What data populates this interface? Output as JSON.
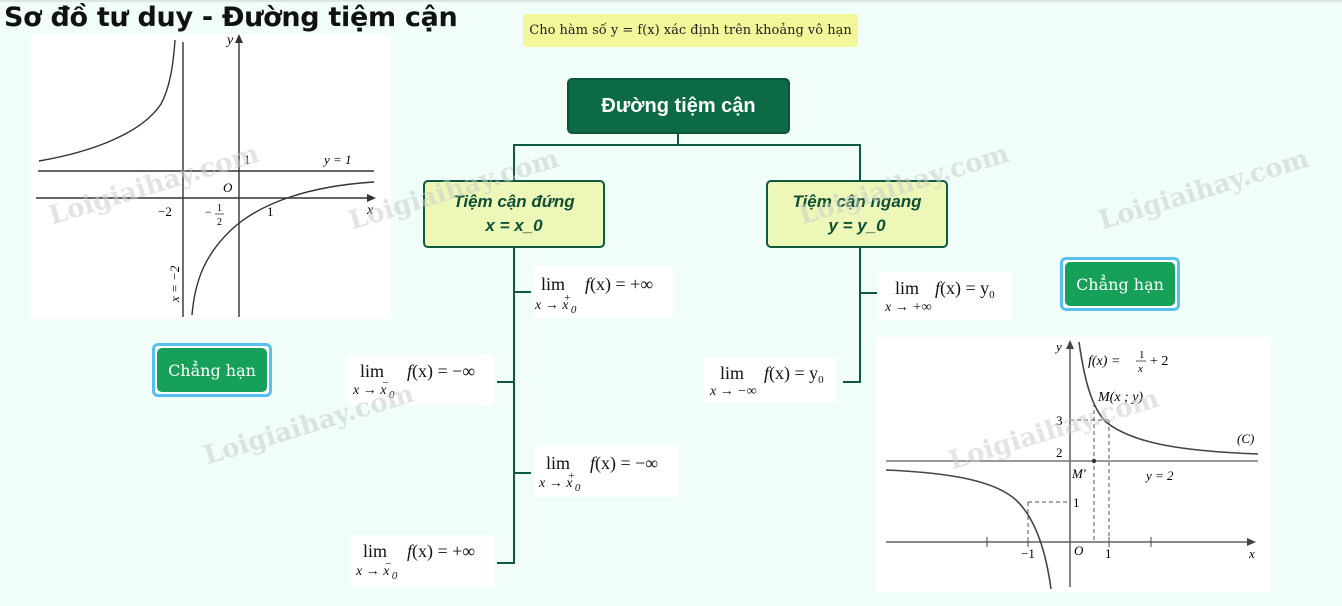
{
  "page": {
    "title": "Sơ đồ tư duy - Đường tiệm cận",
    "note": "Cho hàm số y = f(x) xác định trên khoảng vô hạn",
    "watermark": "Loigiaihay.com"
  },
  "mindmap": {
    "root": {
      "label": "Đường tiệm cận"
    },
    "branches": [
      {
        "title": "Tiệm cận đứng",
        "equation": "x = x_0",
        "formulas": [
          {
            "lim": "lim",
            "approach": "x → x",
            "side": "+",
            "sub": "0",
            "expr_f": "f",
            "expr_rest": "(x) = +∞"
          },
          {
            "lim": "lim",
            "approach": "x → x",
            "side": "−",
            "sub": "0",
            "expr_f": "f",
            "expr_rest": "(x) = −∞"
          },
          {
            "lim": "lim",
            "approach": "x → x",
            "side": "+",
            "sub": "0",
            "expr_f": "f",
            "expr_rest": "(x) = −∞"
          },
          {
            "lim": "lim",
            "approach": "x → x",
            "side": "−",
            "sub": "0",
            "expr_f": "f",
            "expr_rest": "(x) = +∞"
          }
        ],
        "example_button": "Chẳng hạn"
      },
      {
        "title": "Tiệm cận ngang",
        "equation": "y = y_0",
        "formulas": [
          {
            "lim": "lim",
            "approach": "x → +∞",
            "expr_f": "f",
            "expr_rest": "(x) = y",
            "sub": "0"
          },
          {
            "lim": "lim",
            "approach": "x → −∞",
            "expr_f": "f",
            "expr_rest": "(x) = y",
            "sub": "0"
          }
        ],
        "example_button": "Chẳng hạn"
      }
    ]
  },
  "graph_left": {
    "labels": {
      "y_axis": "y",
      "x_axis": "x",
      "origin": "O",
      "h_asymptote": "y = 1",
      "v_asymptote": "x = −2",
      "tick_y1": "1",
      "tick_xm2": "−2",
      "tick_x1": "1",
      "frac_num": "1",
      "frac_minus": "−",
      "frac_den": "2"
    }
  },
  "graph_right": {
    "labels": {
      "y_axis": "y",
      "x_axis": "x",
      "origin": "O",
      "function": "f(x) =",
      "frac_num": "1",
      "frac_den": "x",
      "plus": "+ 2",
      "point_m": "M(x ; y)",
      "point_m_prime": "M'",
      "curve": "(C)",
      "h_asymptote": "y = 2",
      "tick_y1": "1",
      "tick_y2": "2",
      "tick_y3": "3",
      "tick_xm1": "−1",
      "tick_x1": "1"
    }
  },
  "colors": {
    "background": "#f0fdf8",
    "root_fill": "#0c6b44",
    "branch_fill": "#edf8b8",
    "connector": "#0f5a3c",
    "note_fill": "#f2f89a",
    "button_fill": "#16a05a",
    "button_border": "#58c0ef"
  }
}
